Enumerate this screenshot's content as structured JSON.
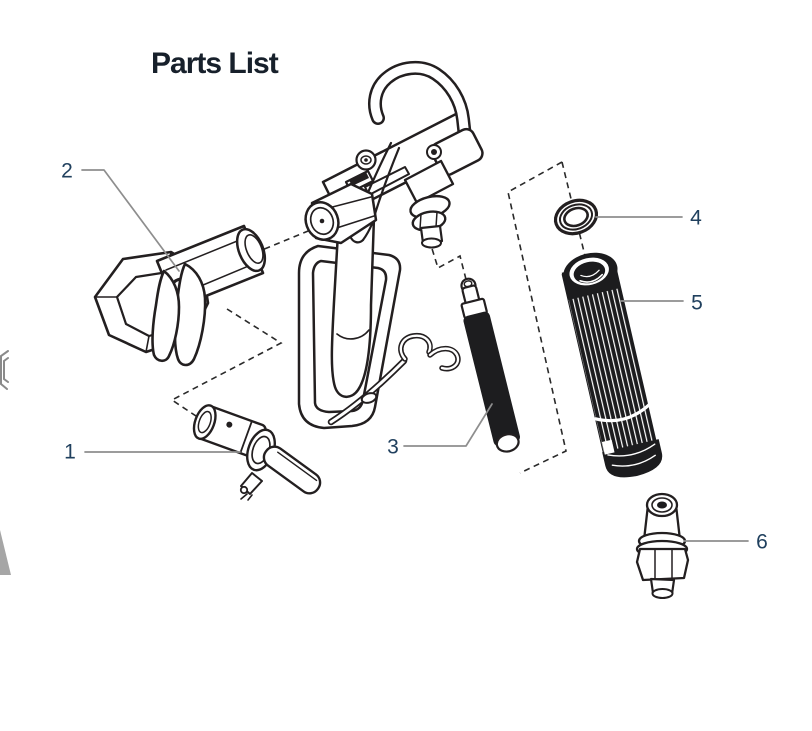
{
  "title": "Parts List",
  "callouts": [
    {
      "number": "1"
    },
    {
      "number": "2"
    },
    {
      "number": "3"
    },
    {
      "number": "4"
    },
    {
      "number": "5"
    },
    {
      "number": "6"
    }
  ],
  "colors": {
    "callout_number": "#20405e",
    "leader_line": "#8e8e8e",
    "artwork": "#231f20",
    "dashed_line": "#2a2a2a",
    "title_color": "#17202b",
    "background": "#ffffff"
  }
}
